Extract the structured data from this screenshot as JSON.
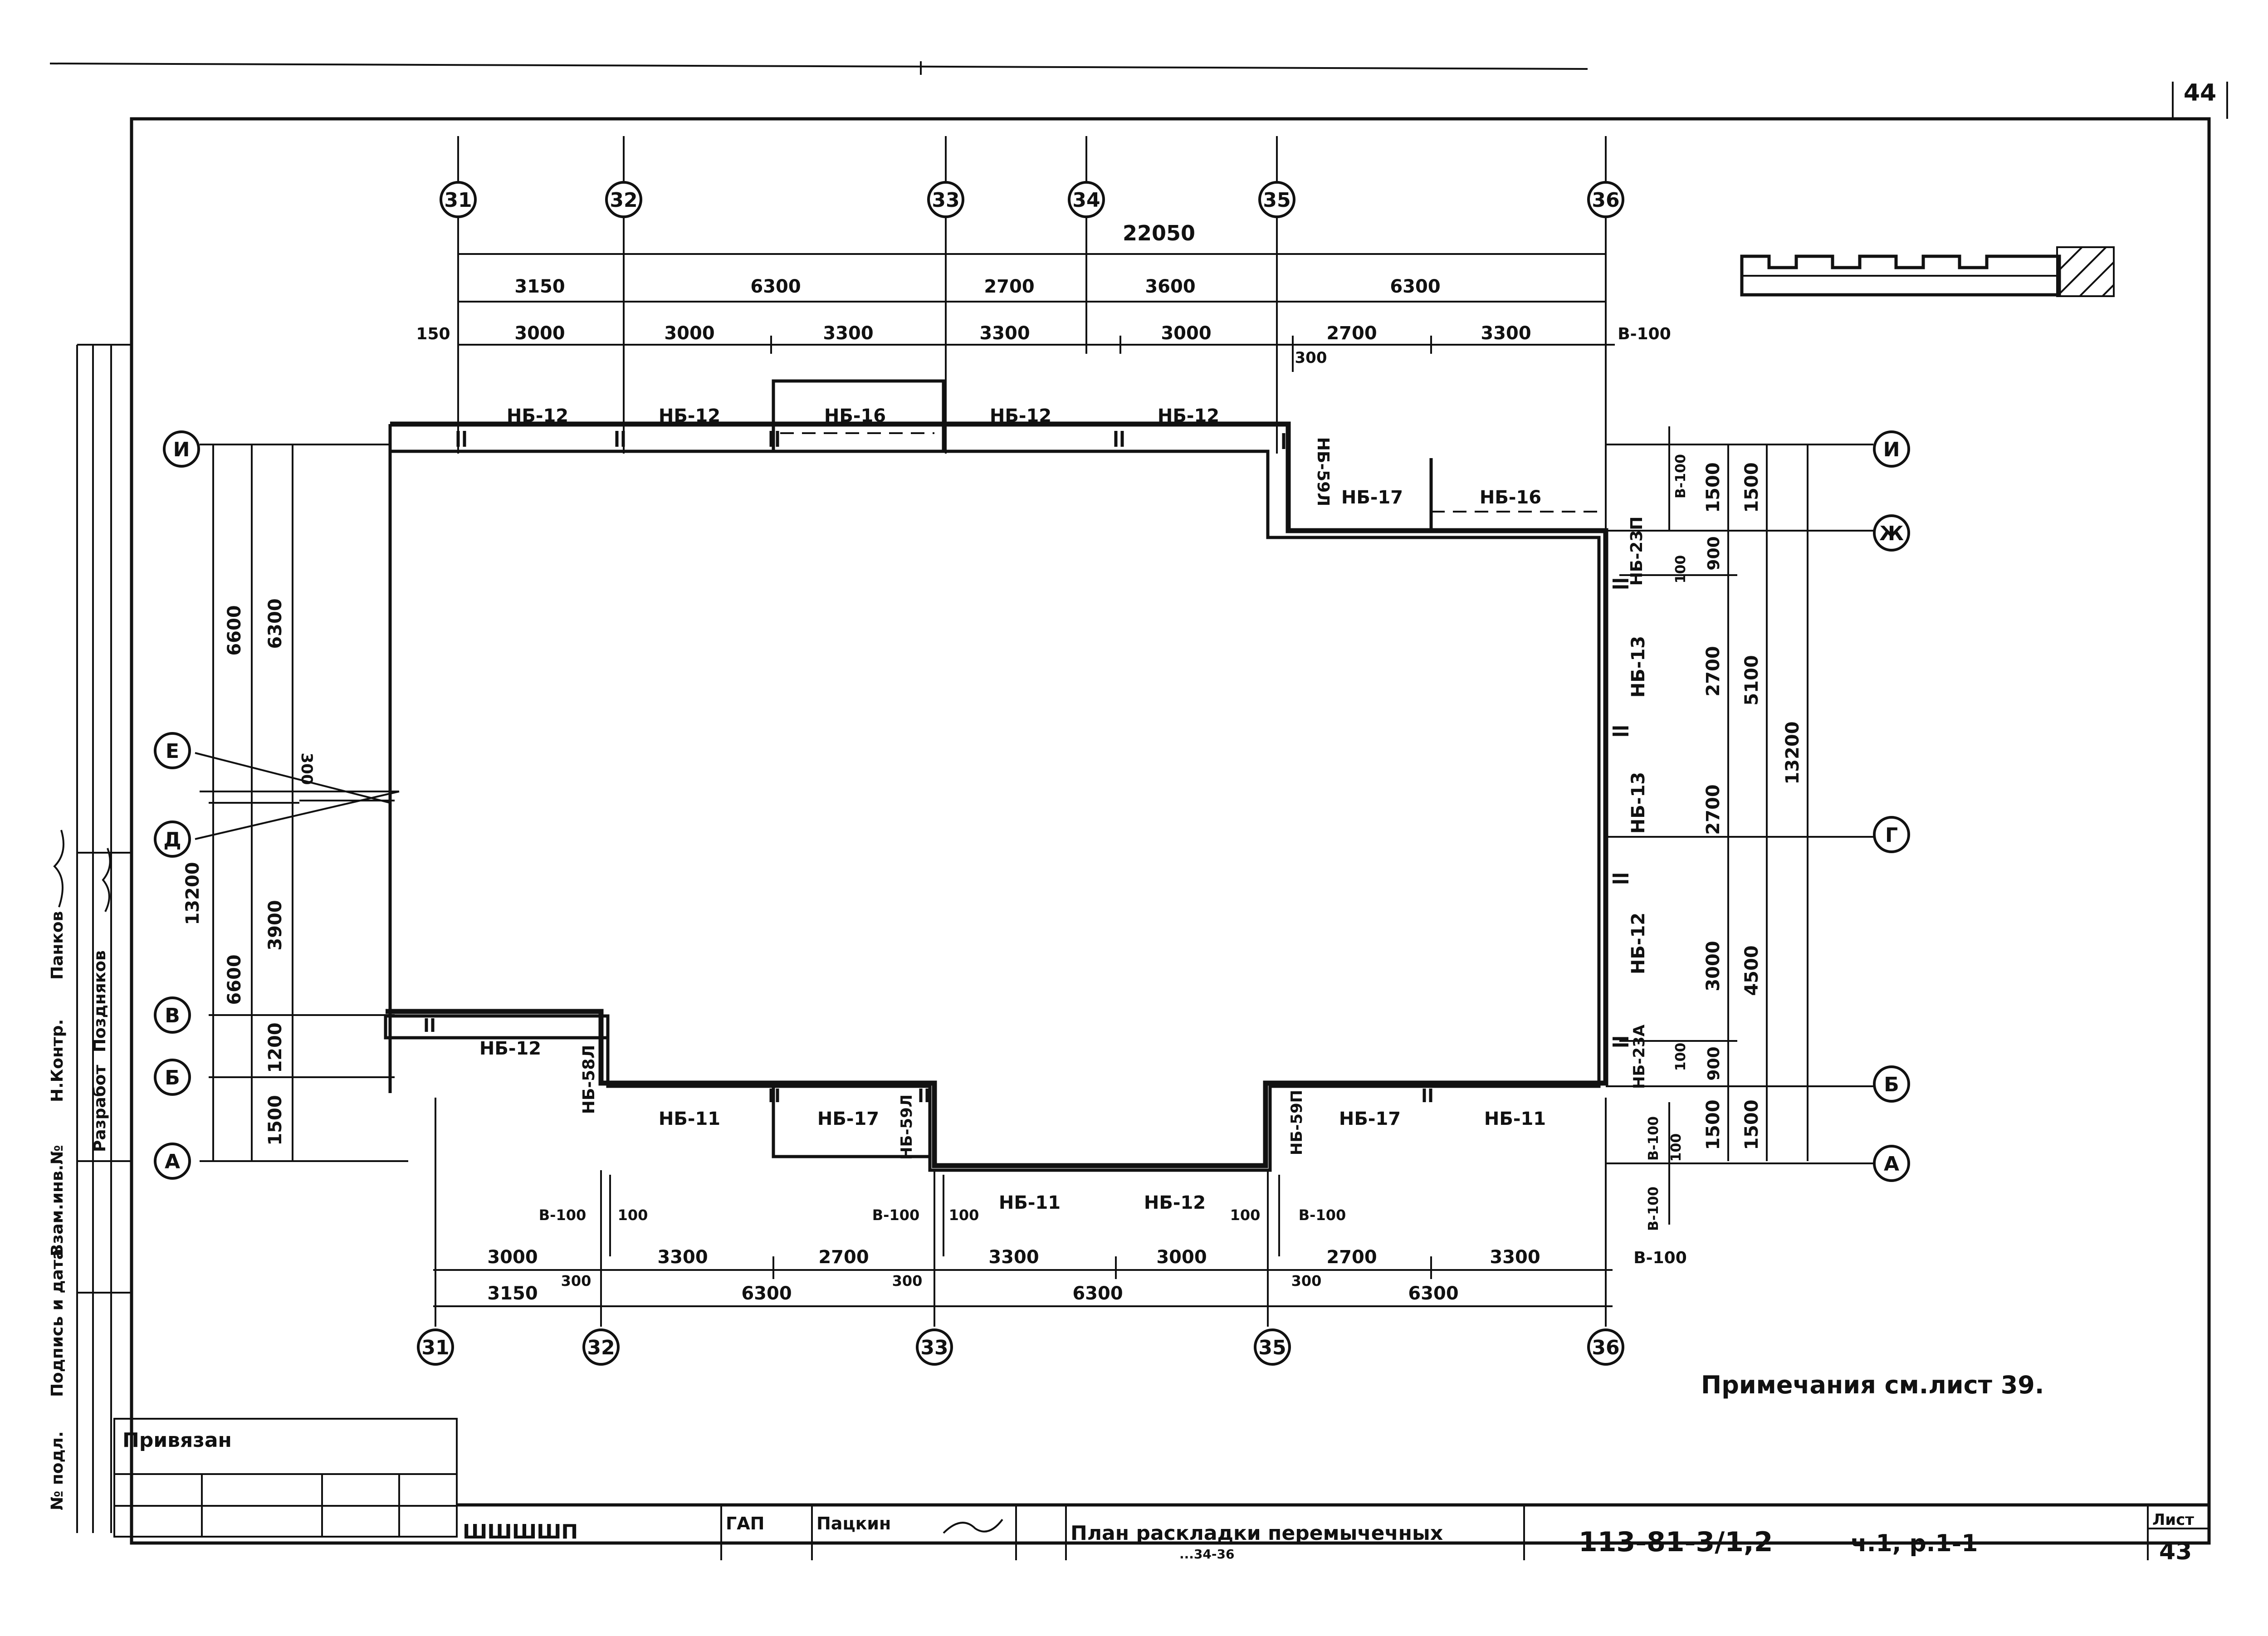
{
  "sheet": {
    "corner_page": "44",
    "sheet_label": "Лист",
    "sheet_number": "43",
    "note": "Примечания см.лист 39.",
    "doc_code": "113-81-3/1,2",
    "doc_part": "ч.1, р.1-1",
    "drawing_title_1": "План раскладки перемычечных",
    "drawing_title_2": "...34-36",
    "bound_label": "Привязан",
    "stamp_code": "ШШШШП",
    "gap_role": "ГАП",
    "gap_name": "Пацкин",
    "dev_role": "Разработ",
    "dev_name": "Поздняков",
    "side_strip": [
      "№ подл.",
      "Подпись и дата",
      "Взам.инв.№",
      "Н.Контр.",
      "Панков"
    ]
  },
  "axes": {
    "top": [
      "31",
      "32",
      "33",
      "34",
      "35",
      "36"
    ],
    "bottom": [
      "31",
      "32",
      "33",
      "35",
      "36"
    ],
    "left": [
      "И",
      "Е",
      "Д",
      "В",
      "Б",
      "А"
    ],
    "right": [
      "И",
      "Ж",
      "Г",
      "Б",
      "А"
    ]
  },
  "dims": {
    "top_total": "22050",
    "top_row1": [
      "3150",
      "6300",
      "2700",
      "3600",
      "6300"
    ],
    "top_row2": [
      "150",
      "3000",
      "3000",
      "3300",
      "3300",
      "3000",
      "2700",
      "3300"
    ],
    "top_small": [
      "300",
      "В-100"
    ],
    "bottom_row1": [
      "3000",
      "3300",
      "2700",
      "3300",
      "3000",
      "2700",
      "3300"
    ],
    "bottom_row2": [
      "3150",
      "6300",
      "6300",
      "6300"
    ],
    "bottom_small": [
      "300",
      "300",
      "300",
      "В-100"
    ],
    "bottom_stubs": [
      "В-100",
      "100",
      "В-100",
      "100",
      "100",
      "В-100"
    ],
    "left_outer": [
      "13200"
    ],
    "left_mid": [
      "6600",
      "6600"
    ],
    "left_inner": [
      "6300",
      "3900",
      "1200",
      "1500"
    ],
    "left_small": [
      "300"
    ],
    "right_inner": [
      "1500",
      "900",
      "2700",
      "2700",
      "3000",
      "900",
      "1500"
    ],
    "right_mid": [
      "1500",
      "5100",
      "4500",
      "1500"
    ],
    "right_outer": [
      "13200"
    ],
    "right_small": [
      "В-100",
      "100",
      "100",
      "В-100",
      "100",
      "В-100"
    ]
  },
  "lintels": {
    "top": [
      "НБ-12",
      "НБ-12",
      "НБ-16",
      "НБ-12",
      "НБ-12"
    ],
    "notch_top": [
      "НБ-17",
      "НБ-16"
    ],
    "right": [
      "НБ-59Л",
      "НБ-23П",
      "НБ-13",
      "НБ-13",
      "НБ-12",
      "НБ-23А"
    ],
    "left_bottom": [
      "НБ-12",
      "НБ-58Л"
    ],
    "bottom": [
      "НБ-11",
      "НБ-17",
      "НБ-59Л",
      "НБ-11",
      "НБ-12",
      "НБ-59П",
      "НБ-17",
      "НБ-11"
    ]
  }
}
